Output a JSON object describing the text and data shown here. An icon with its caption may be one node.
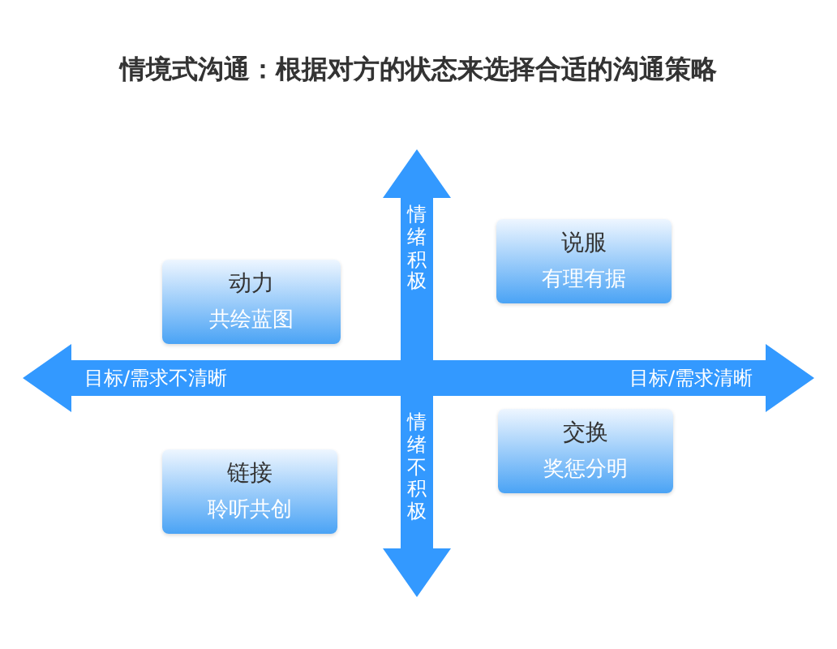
{
  "diagram": {
    "title": "情境式沟通：根据对方的状态来选择合适的沟通策略",
    "nodes": [
      {
        "text": [
          "情绪积极",
          "情绪不积极"
        ]
      },
      {
        "text": [
          "目标/需求不清晰",
          "目标/需求清晰"
        ]
      },
      {
        "text": [
          "动力",
          "共绘蓝图"
        ]
      },
      {
        "text": [
          "说服",
          "有理有据"
        ]
      },
      {
        "text": [
          "链接",
          "聆听共创"
        ]
      },
      {
        "text": [
          "交换",
          "奖惩分明"
        ]
      }
    ]
  }
}
